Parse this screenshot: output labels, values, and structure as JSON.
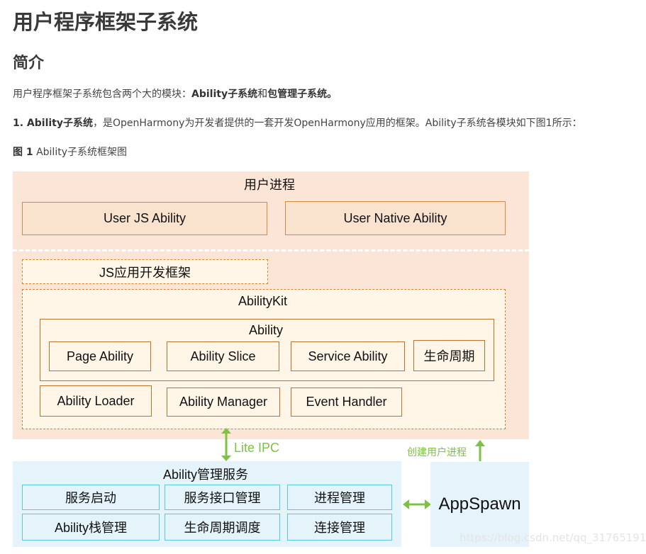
{
  "title": "用户程序框架子系统",
  "section": "简介",
  "para1": {
    "prefix": "用户程序框架子系统包含两个大的模块：",
    "b1": "Ability子系统",
    "mid": "和",
    "b2": "包管理子系统",
    "suffix": "。"
  },
  "para2": {
    "bold": "1. Ability子系统",
    "text": "，是OpenHarmony为开发者提供的一套开发OpenHarmony应用的框架。Ability子系统各模块如下图1所示："
  },
  "caption": {
    "bold": "图 1",
    "text": " Ability子系统框架图"
  },
  "diagram": {
    "user_process": "用户进程",
    "user_js_ability": "User JS Ability",
    "user_native_ability": "User Native Ability",
    "js_framework": "JS应用开发框架",
    "ability_kit": "AbilityKit",
    "ability": "Ability",
    "page_ability": "Page Ability",
    "ability_slice": "Ability Slice",
    "service_ability": "Service Ability",
    "lifecycle": "生命周期",
    "ability_loader": "Ability Loader",
    "ability_manager": "Ability Manager",
    "event_handler": "Event Handler",
    "lite_ipc": "Lite IPC",
    "create_process": "创建用户进程",
    "ams": "Ability管理服务",
    "svc_start": "服务启动",
    "svc_interface": "服务接口管理",
    "proc_mgmt": "进程管理",
    "stack_mgmt": "Ability栈管理",
    "lifecycle_sched": "生命周期调度",
    "conn_mgmt": "连接管理",
    "appspawn": "AppSpawn",
    "watermark": "https://blog.csdn.net/qq_31765191",
    "colors": {
      "peach": "#fbe5d6",
      "orange_border": "#d9822b",
      "blue": "#e5f3fb",
      "cyan_border": "#5cc7dc",
      "green": "#7ec244"
    }
  }
}
